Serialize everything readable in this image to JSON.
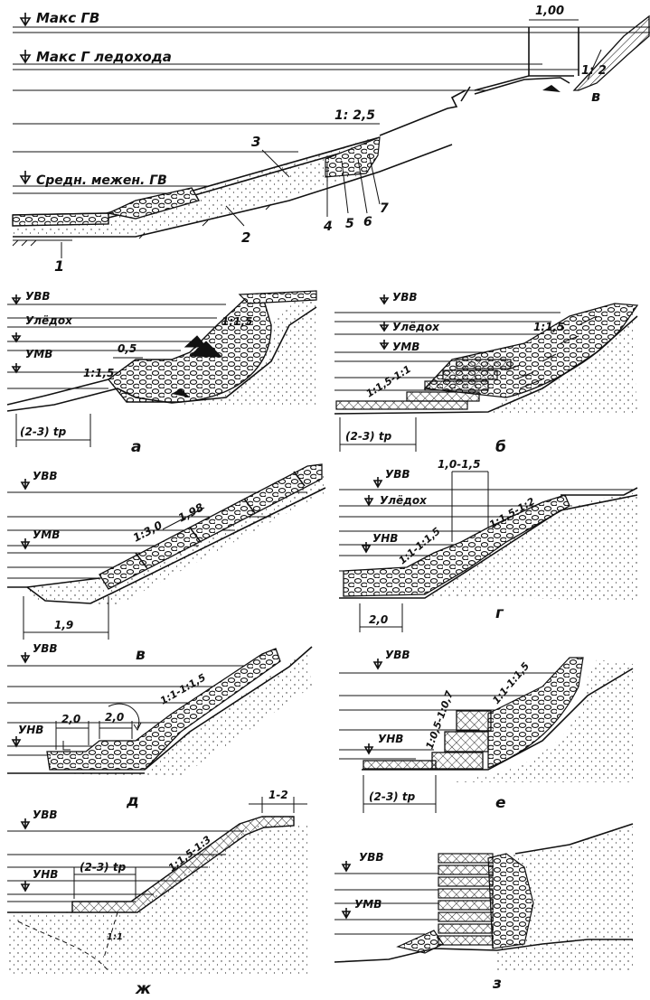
{
  "top_panel": {
    "levels": {
      "max_flood": "Макс ГВ",
      "max_ice": "Макс Г ледохода",
      "low_water": "Средн. межен. ГВ"
    },
    "slope_main": "1: 2,5",
    "slope_v": "1: 2",
    "dim_top": "1,00",
    "callouts": [
      "1",
      "2",
      "3",
      "4",
      "5",
      "6",
      "7"
    ],
    "variant_v": "в"
  },
  "panels": [
    {
      "letter": "а",
      "levels": [
        "УВВ",
        "Улёдох",
        "УМВ"
      ],
      "slopes": [
        "1:1,5",
        "1:1,5"
      ],
      "dims": [
        "0,5",
        "(2-3) tр"
      ]
    },
    {
      "letter": "б",
      "levels": [
        "УВВ",
        "Улёдох",
        "УМВ"
      ],
      "slopes": [
        "1:1,5",
        "1:1,5-1:1"
      ],
      "dims": [
        "(2-3) tр"
      ]
    },
    {
      "letter": "в",
      "levels": [
        "УВВ",
        "УМВ"
      ],
      "slopes": [
        "1:3,0"
      ],
      "dims": [
        "1,98",
        "1,9"
      ]
    },
    {
      "letter": "г",
      "levels": [
        "УВВ",
        "Улёдох",
        "УНВ"
      ],
      "slopes": [
        "1:1-1:1,5",
        "1:1,5-1:2"
      ],
      "dims": [
        "1,0-1,5",
        "2,0"
      ]
    },
    {
      "letter": "д",
      "levels": [
        "УВВ",
        "УНВ"
      ],
      "slopes": [
        "1:1-1:1,5"
      ],
      "dims": [
        "2,0",
        "2,0"
      ]
    },
    {
      "letter": "е",
      "levels": [
        "УВВ",
        "УНВ"
      ],
      "slopes": [
        "1:1-1:1,5",
        "1:0,5-1:0,7"
      ],
      "dims": [
        "(2-3) tр"
      ]
    },
    {
      "letter": "ж",
      "levels": [
        "УВВ",
        "УНВ"
      ],
      "slopes": [
        "1:1,5-1:3",
        "1:1"
      ],
      "dims": [
        "1-2",
        "(2-3) tр"
      ]
    },
    {
      "letter": "з",
      "levels": [
        "УВВ",
        "УМВ"
      ],
      "slopes": [],
      "dims": []
    }
  ]
}
